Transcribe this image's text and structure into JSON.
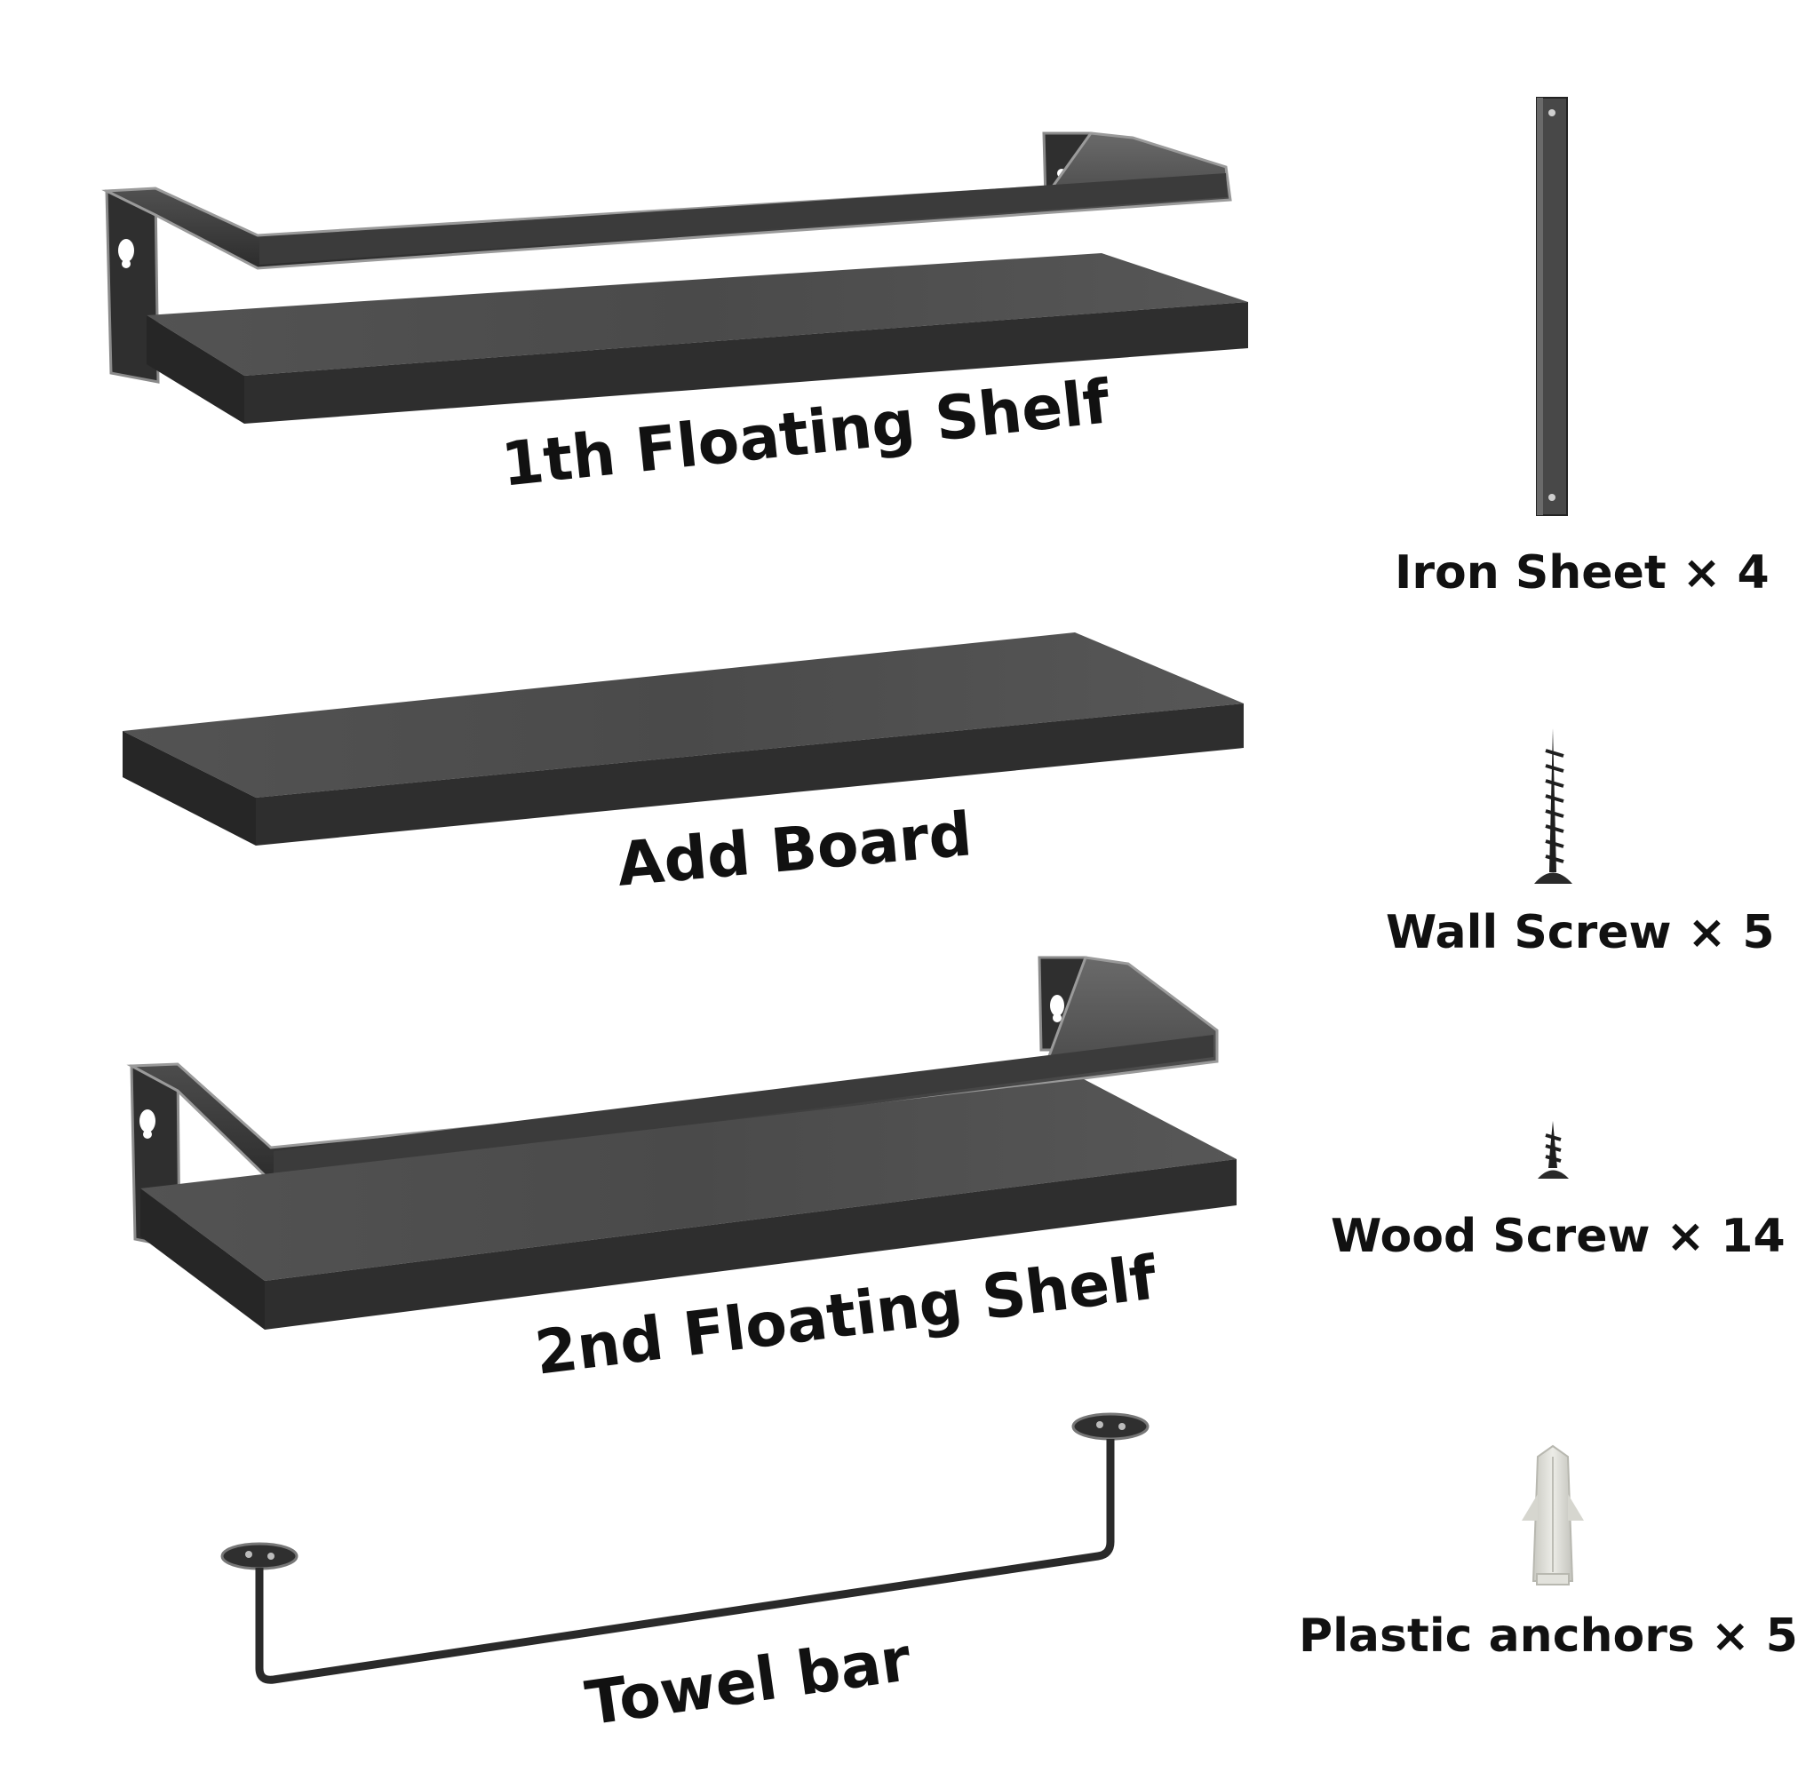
{
  "products": {
    "shelf1": {
      "label": "1th Floating Shelf"
    },
    "board": {
      "label": "Add Board"
    },
    "shelf2": {
      "label": "2nd Floating Shelf"
    },
    "towel_bar": {
      "label": "Towel bar"
    }
  },
  "parts": {
    "iron_sheet": {
      "label": "Iron Sheet × 4"
    },
    "wall_screw": {
      "label": "Wall Screw × 5"
    },
    "wood_screw": {
      "label": "Wood Screw × 14"
    },
    "plastic_anchor": {
      "label": "Plastic anchors × 5"
    }
  },
  "colors": {
    "background": "#ffffff",
    "board_top": "#4a4a4a",
    "board_front": "#2e2e2e",
    "metal": "#3a3a3a",
    "anchor": "#dcdcd6",
    "text": "#111111"
  }
}
